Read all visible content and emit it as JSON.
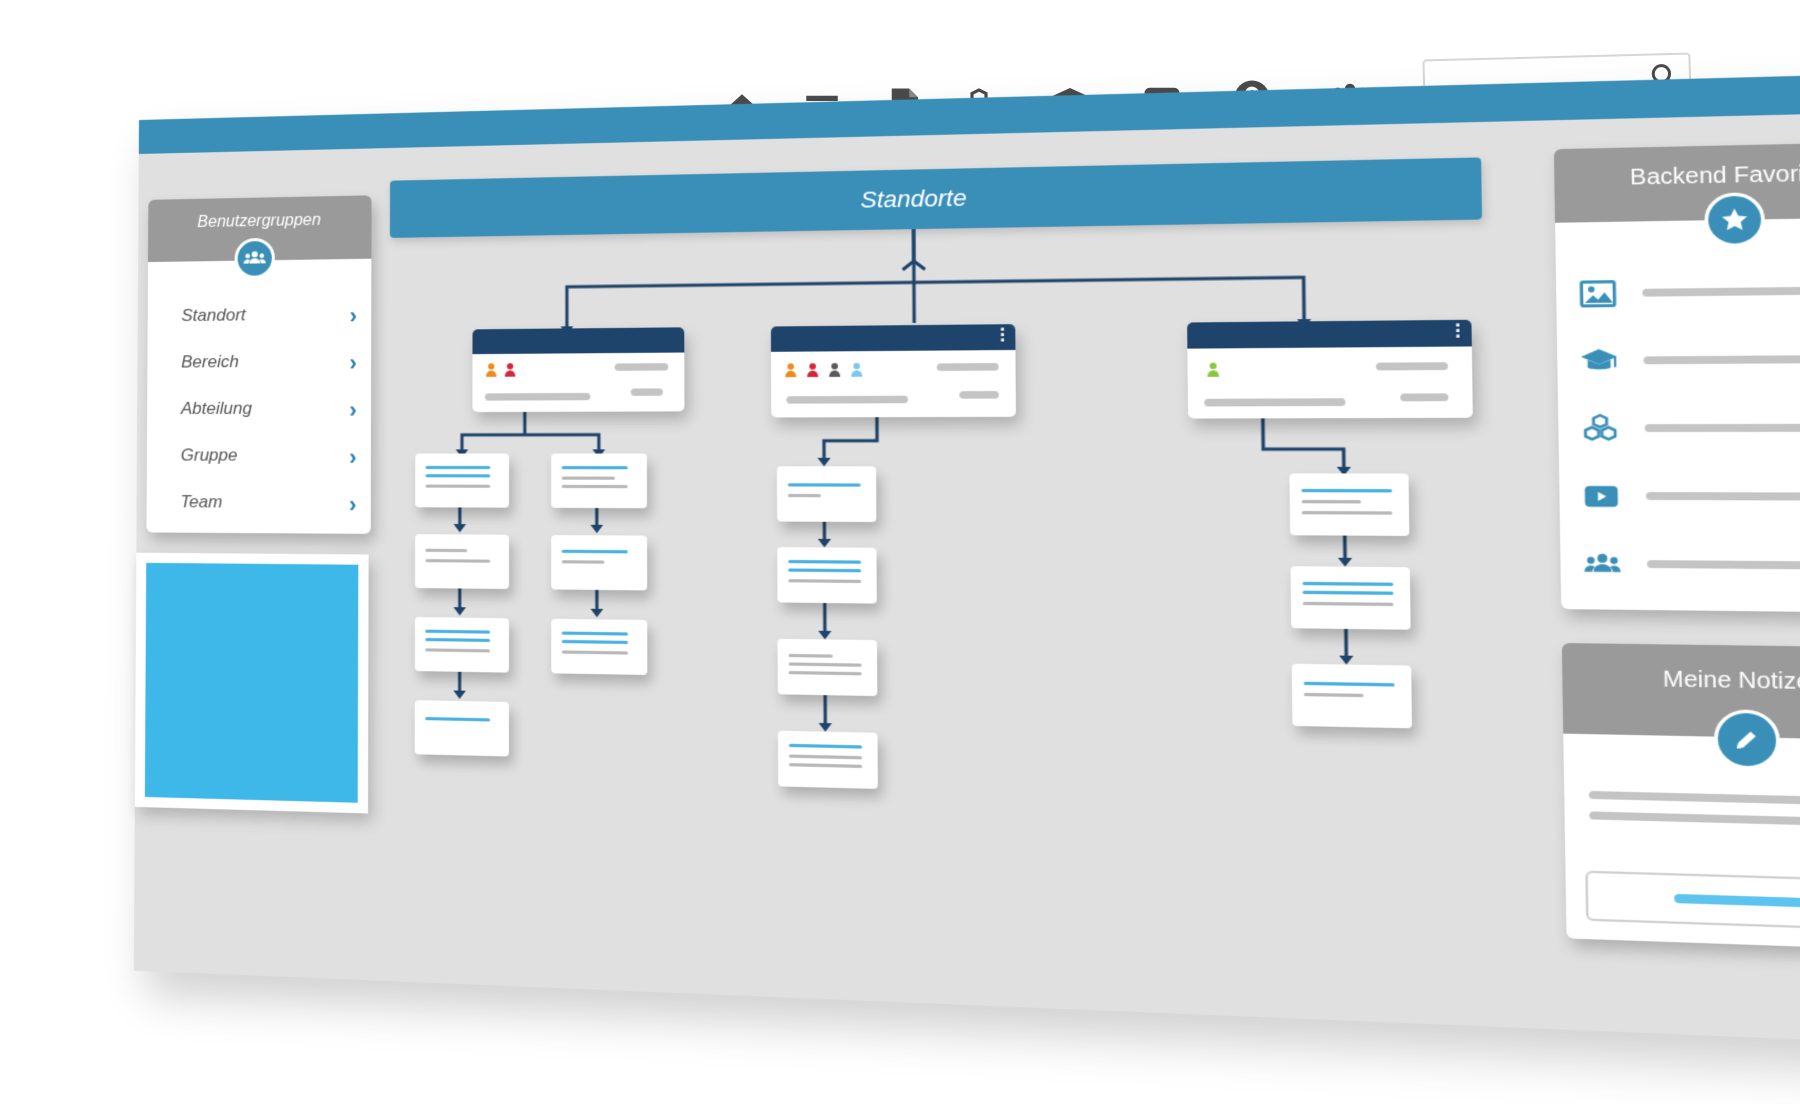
{
  "colors": {
    "brand_blue": "#3a8fb9",
    "dark_navy": "#1f446b",
    "panel_grey": "#9a9a9a",
    "workspace_grey": "#e0e0e0",
    "accent_cyan": "#3db8e8",
    "group_orange": "#f08a1c",
    "group_red": "#d6263a",
    "group_darkgrey": "#5a5a5a",
    "group_lightblue": "#7cc7ec",
    "group_green": "#8cc63f"
  },
  "toolbar": {
    "icons": [
      "home-icon",
      "menu-icon",
      "document-icon",
      "cubes-icon",
      "graduation-cap-icon",
      "video-play-icon",
      "help-icon",
      "users-icon"
    ],
    "search_placeholder": ""
  },
  "sidebar": {
    "title": "Benutzergruppen",
    "badge_icon": "users-icon",
    "items": [
      {
        "label": "Standort"
      },
      {
        "label": "Bereich"
      },
      {
        "label": "Abteilung"
      },
      {
        "label": "Gruppe"
      },
      {
        "label": "Team"
      }
    ]
  },
  "main": {
    "header": "Standorte"
  },
  "favorites": {
    "title": "Backend Favoriten",
    "badge_icon": "star-icon",
    "items": [
      "image-icon",
      "graduation-cap-icon",
      "cubes-icon",
      "video-play-icon",
      "users-icon"
    ]
  },
  "notes": {
    "title": "Meine Notizen",
    "badge_icon": "pencil-icon"
  }
}
